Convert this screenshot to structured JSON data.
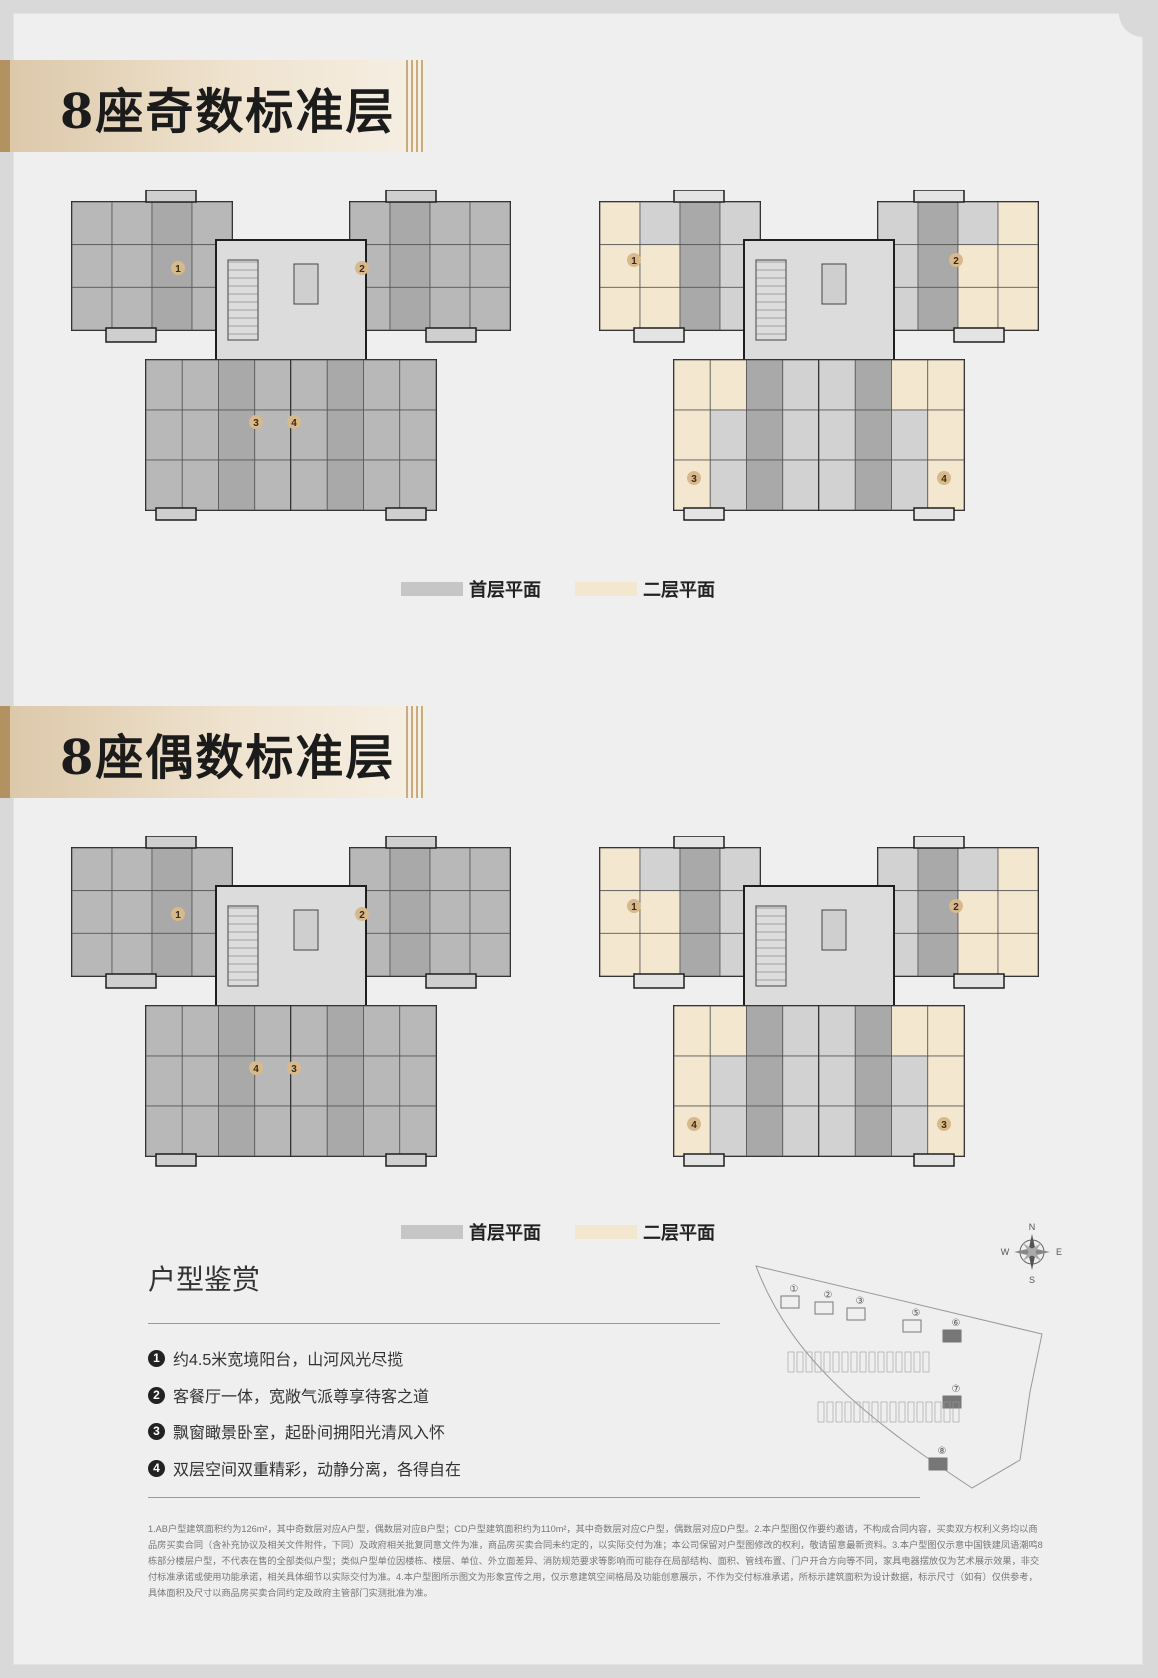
{
  "sections": [
    {
      "title": "8座奇数标准层"
    },
    {
      "title": "8座偶数标准层"
    }
  ],
  "legend": {
    "ground": "首层平面",
    "second": "二层平面",
    "ground_color": "#c6c6c6",
    "second_color": "#f4e7cf"
  },
  "plans": [
    {
      "units": [
        "1",
        "2",
        "3",
        "4"
      ]
    },
    {
      "units": [
        "1",
        "2",
        "3",
        "4"
      ]
    },
    {
      "units": [
        "1",
        "2",
        "4",
        "3"
      ]
    },
    {
      "units": [
        "1",
        "2",
        "4",
        "3"
      ]
    }
  ],
  "appreciation": {
    "title": "户型鉴赏",
    "items": [
      {
        "num": "1",
        "text": "约4.5米宽境阳台，山河风光尽揽"
      },
      {
        "num": "2",
        "text": "客餐厅一体，宽敞气派尊享待客之道"
      },
      {
        "num": "3",
        "text": "飘窗瞰景卧室，起卧间拥阳光清风入怀"
      },
      {
        "num": "4",
        "text": "双层空间双重精彩，动静分离，各得自在"
      }
    ]
  },
  "compass": {
    "n": "N",
    "s": "S",
    "e": "E",
    "w": "W"
  },
  "site_map": {
    "buildings": [
      "①",
      "②",
      "③",
      "⑤",
      "⑥",
      "⑦",
      "⑧"
    ]
  },
  "disclaimer": "1.AB户型建筑面积约为126m²，其中奇数层对应A户型，偶数层对应B户型；CD户型建筑面积约为110m²，其中奇数层对应C户型，偶数层对应D户型。2.本户型图仅作要约邀请，不构成合同内容，买卖双方权利义务均以商品房买卖合同（含补充协议及相关文件附件，下同）及政府相关批复同意文件为准，商品房买卖合同未约定的，以实际交付为准；本公司保留对户型图修改的权利，敬请留意最新资料。3.本户型图仅示意中国铁建凤语潮鸣8栋部分楼层户型，不代表在售的全部类似户型；类似户型单位因楼栋、楼层、单位、外立面差异、消防规范要求等影响而可能存在局部结构、面积、管线布置、门户开合方向等不同，家具电器摆放仅为艺术展示效果，非交付标准承诺或使用功能承诺，相关具体细节以实际交付为准。4.本户型图所示图文为形象宣传之用，仅示意建筑空间格局及功能创意展示，不作为交付标准承诺，所标示建筑面积为设计数据，标示尺寸（如有）仅供参考，具体面积及尺寸以商品房买卖合同约定及政府主管部门实测批准为准。"
}
